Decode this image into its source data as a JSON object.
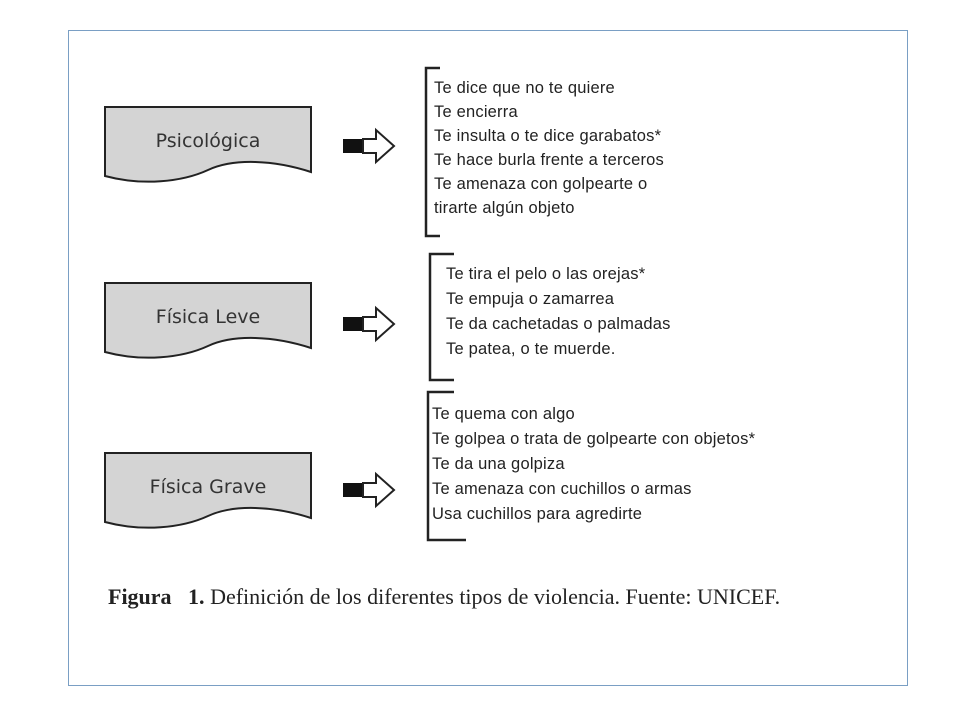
{
  "categories": [
    {
      "label": "Psicológica",
      "items": [
        "Te dice que no te quiere",
        "Te encierra",
        "Te insulta o te dice garabatos*",
        "Te hace burla frente a terceros",
        "Te amenaza con golpearte o",
        "tirarte algún objeto"
      ]
    },
    {
      "label": "Física Leve",
      "items": [
        "Te tira el pelo o las orejas*",
        "Te empuja o zamarrea",
        "Te da cachetadas o palmadas",
        "Te patea, o te muerde."
      ]
    },
    {
      "label": "Física Grave",
      "items": [
        "Te quema con algo",
        "Te golpea o trata de golpearte con objetos*",
        "Te da una golpiza",
        "Te amenaza con cuchillos o armas",
        "Usa cuchillos para agredirte"
      ]
    }
  ],
  "caption": {
    "figure_label": "Figura   1.",
    "text": " Definición de los diferentes tipos de violencia. Fuente: UNICEF."
  },
  "colors": {
    "box_fill": "#d4d4d4",
    "stroke": "#222222",
    "frame_border": "#7a9fc4"
  }
}
